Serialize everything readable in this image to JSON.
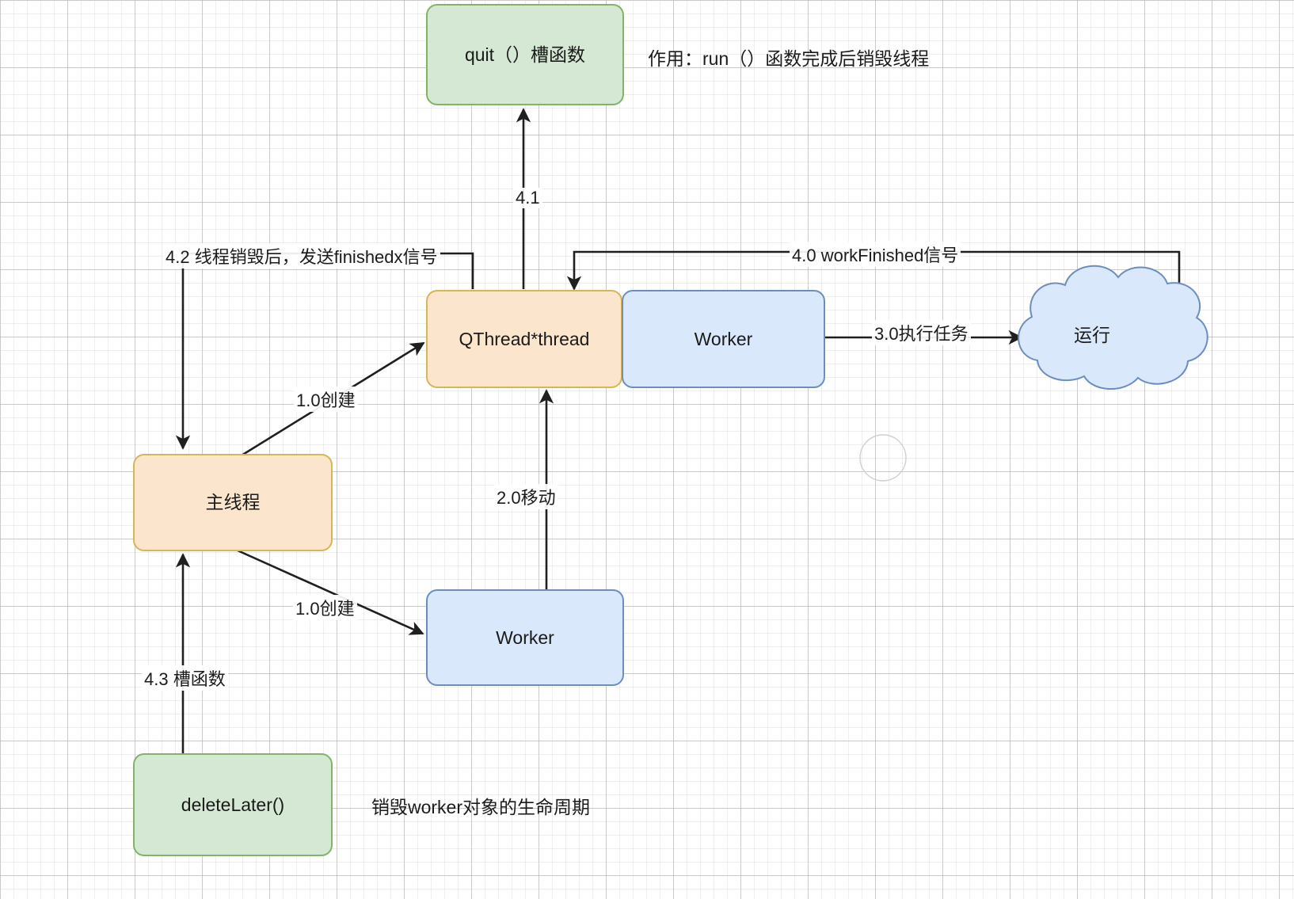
{
  "diagram": {
    "title_note_top": "作用：run（）函数完成后销毁线程",
    "note_bottom": "销毁worker对象的生命周期",
    "nodes": {
      "quit_slot": {
        "label": "quit（）槽函数",
        "shape": "rounded-rect",
        "fill": "#d5e8d4",
        "stroke": "#82b366"
      },
      "qthread": {
        "label": "QThread*thread",
        "shape": "rounded-rect",
        "fill": "#fce5cd",
        "stroke": "#d6b656"
      },
      "worker_top": {
        "label": "Worker",
        "shape": "rounded-rect",
        "fill": "#dae8fc",
        "stroke": "#6c8ebf"
      },
      "main_thread": {
        "label": "主线程",
        "shape": "rounded-rect",
        "fill": "#fce5cd",
        "stroke": "#d6b656"
      },
      "worker_bottom": {
        "label": "Worker",
        "shape": "rounded-rect",
        "fill": "#dae8fc",
        "stroke": "#6c8ebf"
      },
      "delete_later": {
        "label": "deleteLater()",
        "shape": "rounded-rect",
        "fill": "#d5e8d4",
        "stroke": "#82b366"
      },
      "running_cloud": {
        "label": "运行",
        "shape": "cloud",
        "fill": "#dae8fc",
        "stroke": "#6c8ebf"
      }
    },
    "edges": [
      {
        "id": "e_4_1",
        "label": "4.1",
        "from": "qthread",
        "to": "quit_slot"
      },
      {
        "id": "e_4_2",
        "label": "4.2 线程销毁后，发送finishedx信号",
        "from": "qthread",
        "to": "main_thread"
      },
      {
        "id": "e_4_0",
        "label": "4.0 workFinished信号",
        "from": "running_cloud",
        "to": "qthread"
      },
      {
        "id": "e_1_0_thread",
        "label": "1.0创建",
        "from": "main_thread",
        "to": "qthread"
      },
      {
        "id": "e_1_0_worker",
        "label": "1.0创建",
        "from": "main_thread",
        "to": "worker_bottom"
      },
      {
        "id": "e_2_0",
        "label": "2.0移动",
        "from": "worker_bottom",
        "to": "qthread"
      },
      {
        "id": "e_3_0",
        "label": "3.0执行任务",
        "from": "worker_top",
        "to": "running_cloud"
      },
      {
        "id": "e_4_3",
        "label": "4.3 槽函数",
        "from": "delete_later",
        "to": "main_thread"
      }
    ],
    "colors": {
      "green_fill": "#d5e8d4",
      "green_stroke": "#82b366",
      "orange_fill": "#fce5cd",
      "orange_stroke": "#d6b656",
      "blue_fill": "#dae8fc",
      "blue_stroke": "#6c8ebf",
      "edge_stroke": "#1f1f1f",
      "grid_line": "#c8c8c8"
    }
  }
}
